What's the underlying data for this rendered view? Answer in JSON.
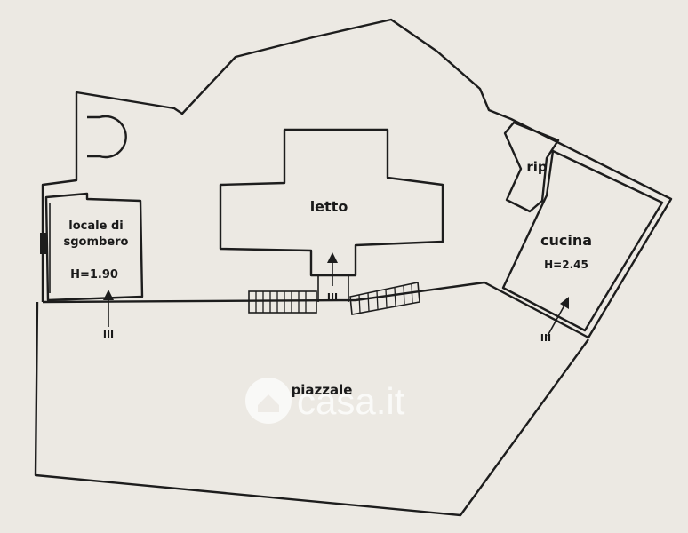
{
  "rooms": {
    "locale": {
      "line1": "locale di",
      "line2": "sgombero",
      "height": "H=1.90"
    },
    "letto": {
      "name": "letto"
    },
    "rip": {
      "name": "rip"
    },
    "cucina": {
      "name": "cucina",
      "height": "H=2.45"
    },
    "piazzale": {
      "name": "piazzale"
    }
  },
  "entrance_marks": {
    "locale": "III",
    "letto": "III",
    "cucina": "III"
  },
  "watermark": {
    "text": "casa.it",
    "icon": "home-icon"
  },
  "colors": {
    "paper": "#ece9e3",
    "ink": "#1d1d1d"
  }
}
